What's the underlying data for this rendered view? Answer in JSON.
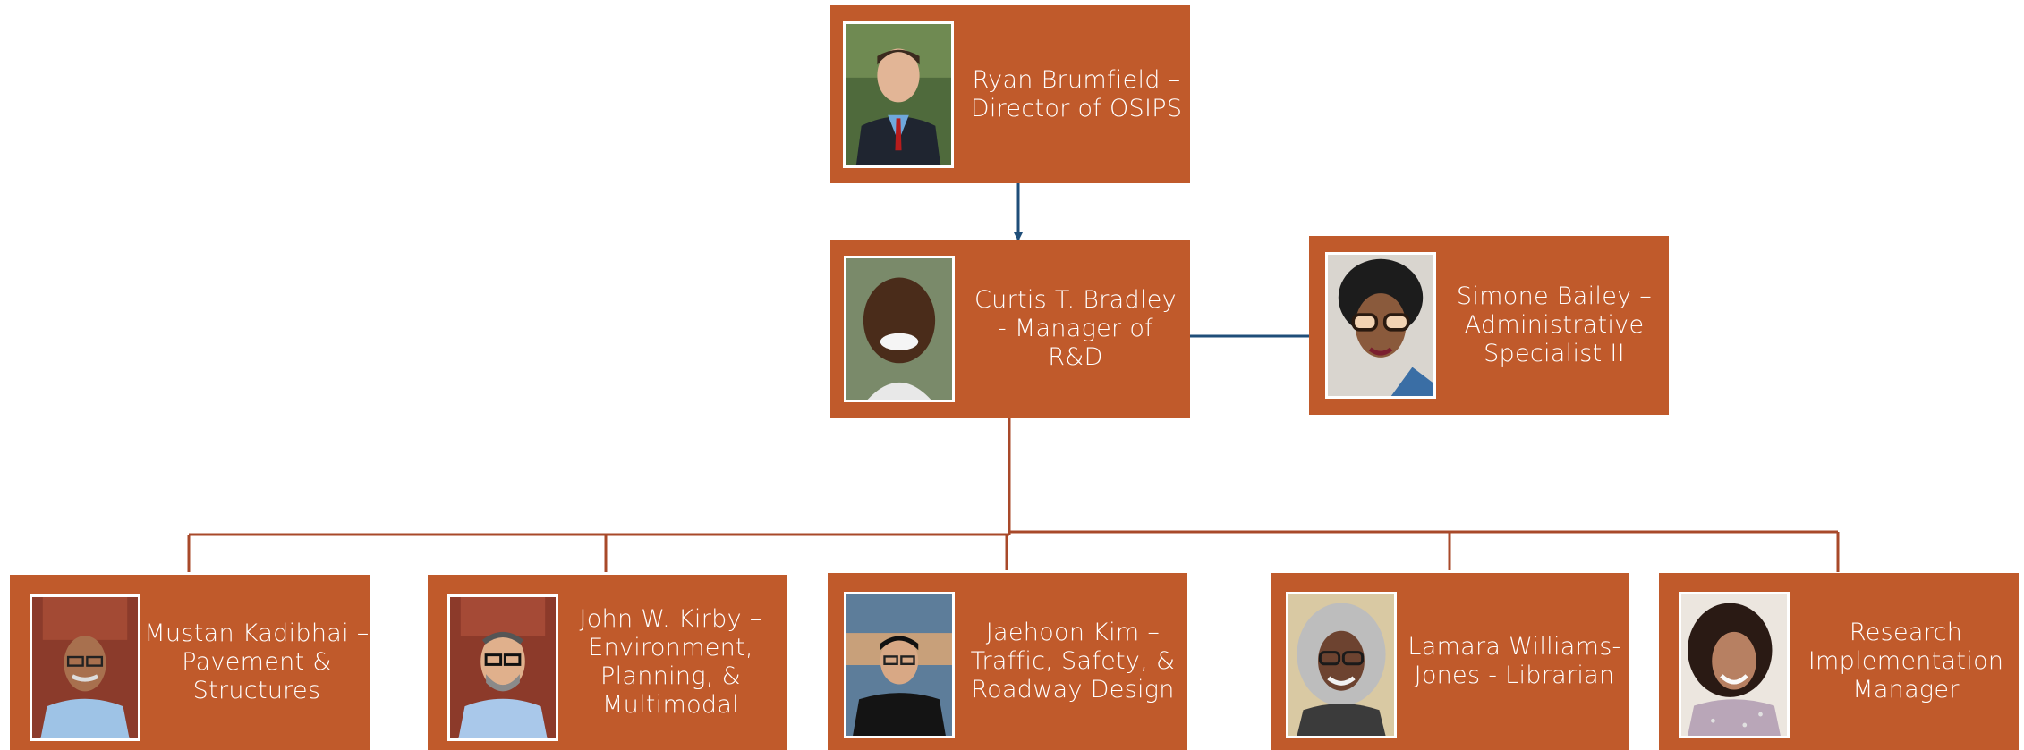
{
  "colors": {
    "box_fill": "#C05A2B",
    "box_text": "#FFFFFF",
    "connector_branch": "#A8492A",
    "connector_arrow": "#1F4E79"
  },
  "nodes": {
    "director": {
      "label": "Ryan Brumfield – Director of OSIPS",
      "photo": "portrait-photo-man-suit"
    },
    "manager": {
      "label": "Curtis T. Bradley - Manager of R&D",
      "photo": "portrait-photo-man-smiling"
    },
    "admin": {
      "label": "Simone Bailey – Administrative Specialist II",
      "photo": "portrait-photo-woman-glasses"
    },
    "pavement": {
      "label": "Mustan Kadibhai – Pavement & Structures",
      "photo": "portrait-photo-man-glasses"
    },
    "environment": {
      "label": "John W. Kirby – Environment, Planning, & Multimodal",
      "photo": "portrait-photo-man-beard"
    },
    "traffic": {
      "label": "Jaehoon Kim – Traffic, Safety, & Roadway Design",
      "photo": "portrait-photo-man-black-shirt"
    },
    "librarian": {
      "label": "Lamara Williams-Jones - Librarian",
      "photo": "portrait-photo-woman-gray-hair"
    },
    "research": {
      "label": "Research Implementation Manager",
      "photo": "portrait-photo-woman-smiling"
    }
  }
}
